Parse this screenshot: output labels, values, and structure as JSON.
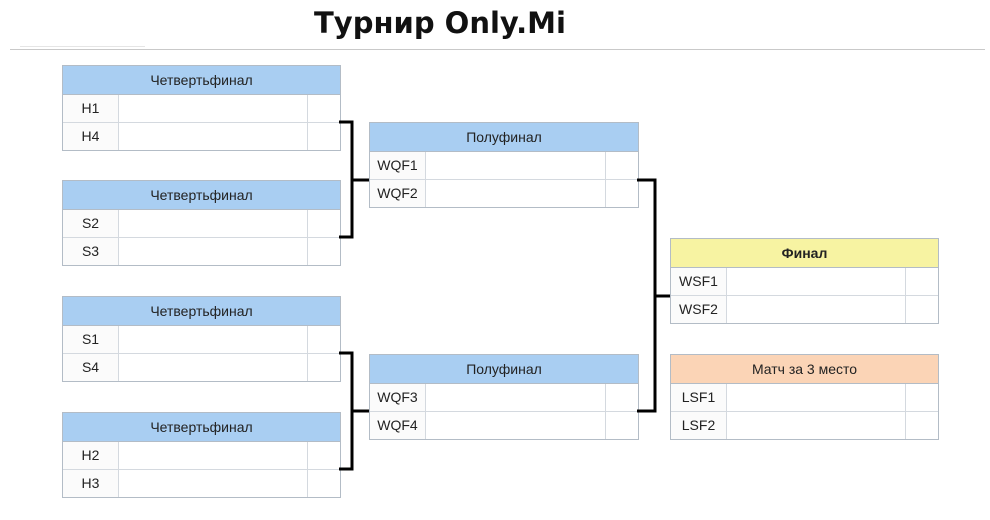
{
  "title": "Турнир Only.Mi",
  "bracket": {
    "qf1": {
      "header": "Четвертьфинал",
      "rows": [
        "H1",
        "H4"
      ]
    },
    "qf2": {
      "header": "Четвертьфинал",
      "rows": [
        "S2",
        "S3"
      ]
    },
    "qf3": {
      "header": "Четвертьфинал",
      "rows": [
        "S1",
        "S4"
      ]
    },
    "qf4": {
      "header": "Четвертьфинал",
      "rows": [
        "H2",
        "H3"
      ]
    },
    "sf1": {
      "header": "Полуфинал",
      "rows": [
        "WQF1",
        "WQF2"
      ]
    },
    "sf2": {
      "header": "Полуфинал",
      "rows": [
        "WQF3",
        "WQF4"
      ]
    },
    "final": {
      "header": "Финал",
      "rows": [
        "WSF1",
        "WSF2"
      ]
    },
    "third": {
      "header": "Матч за 3 место",
      "rows": [
        "LSF1",
        "LSF2"
      ]
    }
  },
  "colors": {
    "header_blue": "#a9cef2",
    "header_yellow": "#f7f3a2",
    "header_orange": "#fbd4b6",
    "connector": "#000000"
  }
}
